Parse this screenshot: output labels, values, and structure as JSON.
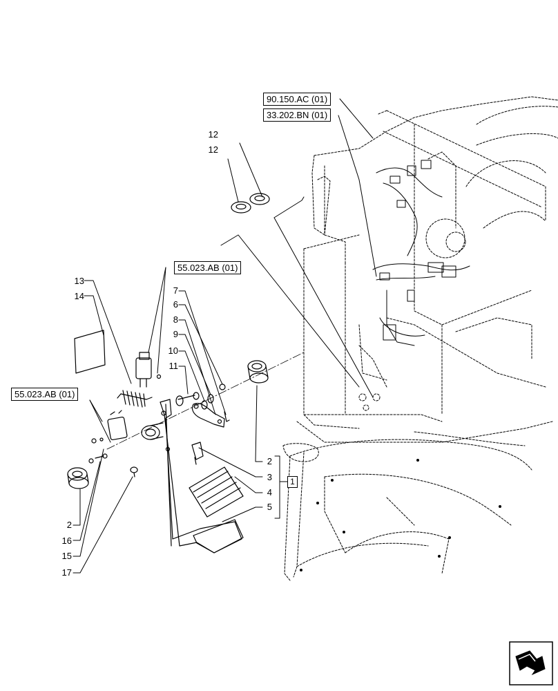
{
  "references": {
    "ref_a": "90.150.AC (01)",
    "ref_b": "33.202.BN (01)",
    "ref_c": "55.023.AB (01)",
    "ref_d": "55.023.AB (01)"
  },
  "callouts": {
    "c12a": "12",
    "c12b": "12",
    "c13": "13",
    "c14": "14",
    "c7": "7",
    "c6": "6",
    "c8": "8",
    "c9": "9",
    "c10": "10",
    "c11": "11",
    "c2_right": "2",
    "c3": "3",
    "c4": "4",
    "c5": "5",
    "c2_left": "2",
    "c16": "16",
    "c15": "15",
    "c17": "17",
    "kit": "1"
  },
  "icons": {
    "nav": "next-page-arrow-icon"
  }
}
